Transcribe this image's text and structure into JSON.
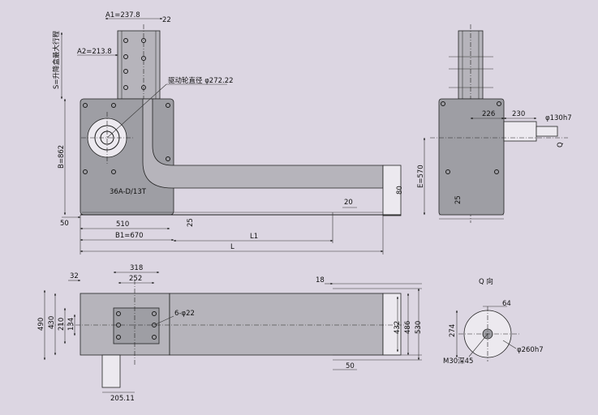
{
  "front_view": {
    "dim_A1": "A1=237.8",
    "dim_22_top": "22",
    "dim_A2": "A2=213.8",
    "dim_S": "S=升降盒最大行程",
    "drive_label": "驱动轮直径 φ272.22",
    "dim_B": "B=862",
    "plate_text": "36A-D/13T",
    "dim_50": "50",
    "dim_510": "510",
    "dim_B1": "B1=670",
    "dim_25": "25",
    "dim_20": "20",
    "dim_80": "80",
    "dim_L1": "L1",
    "dim_L": "L"
  },
  "side_view": {
    "dim_226": "226",
    "dim_230": "230",
    "dim_shaft": "φ130h7",
    "dim_E": "E=570",
    "dim_25": "25",
    "dim_Q": "Q"
  },
  "top_view": {
    "dim_32": "32",
    "dim_318": "318",
    "dim_252": "252",
    "dim_holes": "6-φ22",
    "dim_490": "490",
    "dim_430": "430",
    "dim_210": "210",
    "dim_134": "134",
    "dim_205": "205.11",
    "dim_18": "18",
    "dim_432": "432",
    "dim_486": "486",
    "dim_530": "530",
    "dim_50": "50"
  },
  "q_view": {
    "title": "Q 向",
    "dim_64": "64",
    "dim_274": "274",
    "dim_thread": "M30深45",
    "dim_dia": "φ260h7"
  }
}
